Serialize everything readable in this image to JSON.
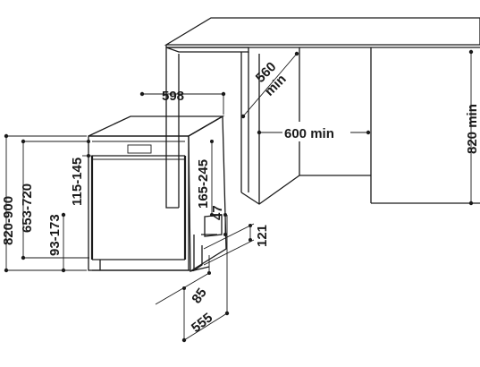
{
  "labels": {
    "w_598": "598",
    "d_560": "560",
    "d_min": "min",
    "w_600min": "600 min",
    "h_820min": "820 min",
    "h_820_900": "820-900",
    "h_653_720": "653-720",
    "h_93_173": "93-173",
    "h_115_145": "115-145",
    "h_165_245": "165-245",
    "h_47": "47",
    "h_121": "121",
    "d_85": "85",
    "d_555": "555"
  }
}
